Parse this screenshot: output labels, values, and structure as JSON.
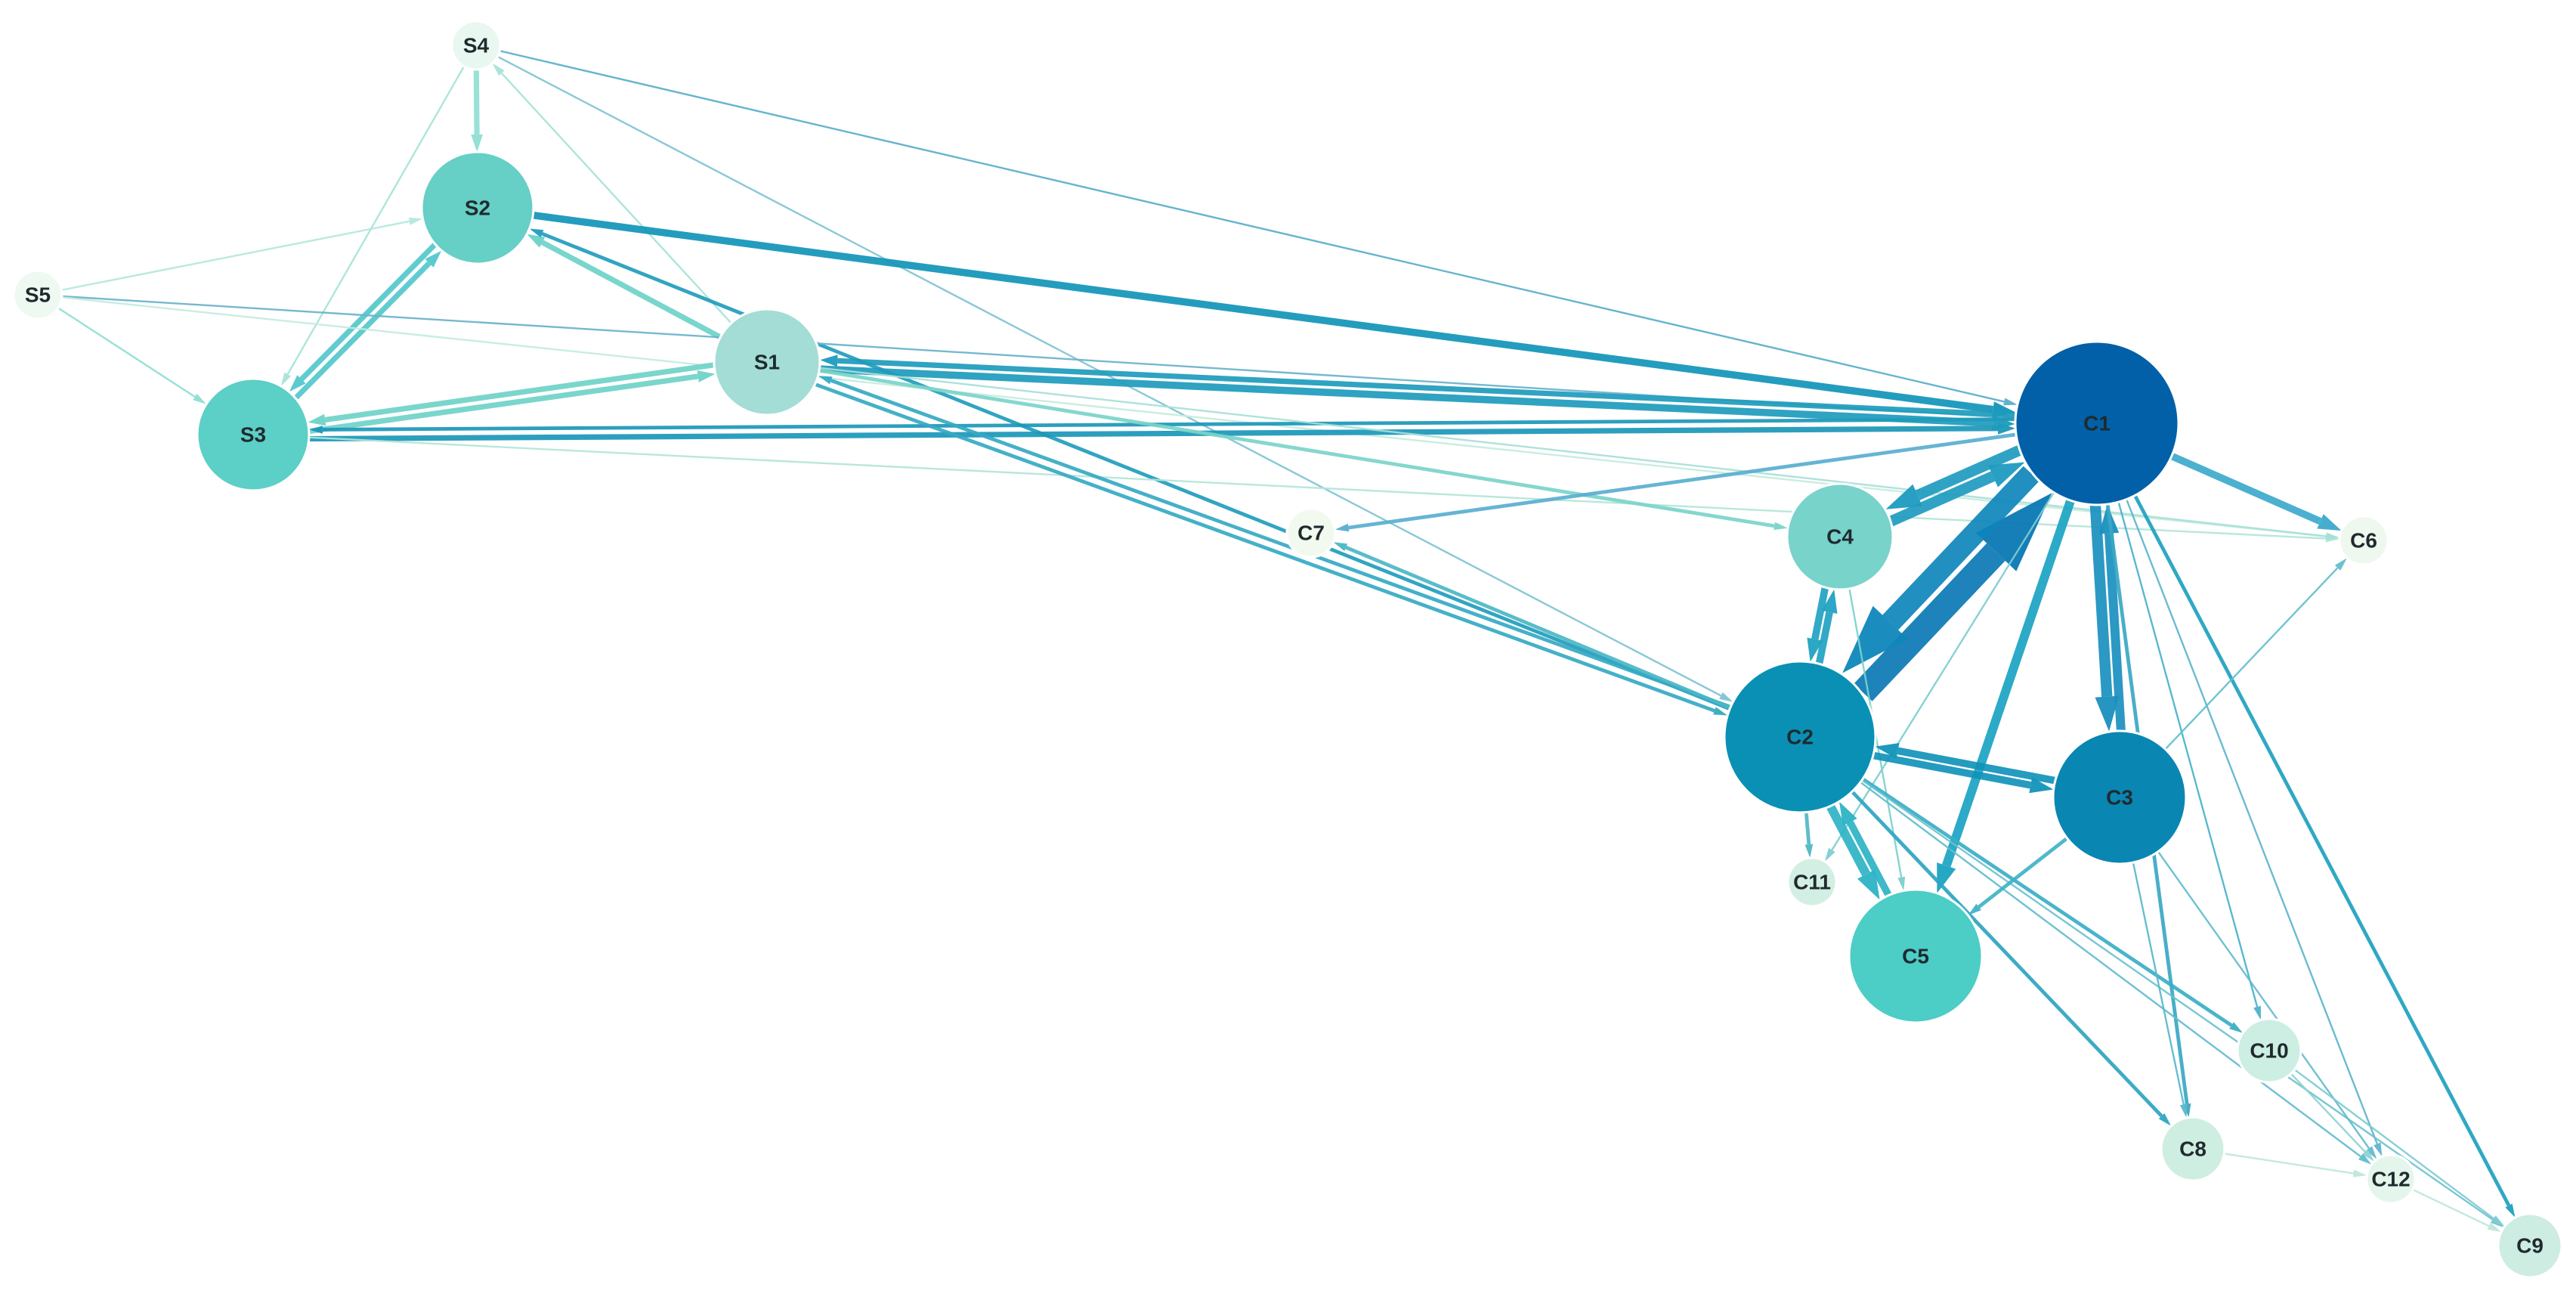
{
  "nodes": [
    {
      "id": "S1",
      "label": "S1",
      "size": 3,
      "color": "#a3ddd6"
    },
    {
      "id": "S2",
      "label": "S2",
      "size": 4,
      "color": "#66cfc6"
    },
    {
      "id": "S3",
      "label": "S3",
      "size": 4,
      "color": "#5ccfc6"
    },
    {
      "id": "S4",
      "label": "S4",
      "size": 1,
      "color": "#e8f7ef"
    },
    {
      "id": "S5",
      "label": "S5",
      "size": 1,
      "color": "#eef9f1"
    },
    {
      "id": "C1",
      "label": "C1",
      "size": 7,
      "color": "#0260a8"
    },
    {
      "id": "C2",
      "label": "C2",
      "size": 6,
      "color": "#0a90b4"
    },
    {
      "id": "C3",
      "label": "C3",
      "size": 5,
      "color": "#0a86b2"
    },
    {
      "id": "C4",
      "label": "C4",
      "size": 3,
      "color": "#78d3ca"
    },
    {
      "id": "C5",
      "label": "C5",
      "size": 5,
      "color": "#4ccdc6"
    },
    {
      "id": "C6",
      "label": "C6",
      "size": 1,
      "color": "#eef8ee"
    },
    {
      "id": "C7",
      "label": "C7",
      "size": 1,
      "color": "#f2faf0"
    },
    {
      "id": "C8",
      "label": "C8",
      "size": 2,
      "color": "#cfeee2"
    },
    {
      "id": "C9",
      "label": "C9",
      "size": 2,
      "color": "#cdece2"
    },
    {
      "id": "C10",
      "label": "C10",
      "size": 2,
      "color": "#cdeee3"
    },
    {
      "id": "C11",
      "label": "C11",
      "size": 1,
      "color": "#d3efe3"
    },
    {
      "id": "C12",
      "label": "C12",
      "size": 1,
      "color": "#e4f6ec"
    }
  ],
  "edges": [
    {
      "from": "S4",
      "to": "S2",
      "weight": 3,
      "color": "#8fded3"
    },
    {
      "from": "S4",
      "to": "S3",
      "weight": 1,
      "color": "#a6e3d8"
    },
    {
      "from": "S4",
      "to": "C1",
      "weight": 1,
      "color": "#5aaec9"
    },
    {
      "from": "S4",
      "to": "C2",
      "weight": 1,
      "color": "#7fc3d4"
    },
    {
      "from": "S1",
      "to": "S4",
      "weight": 1,
      "color": "#a6e3d8"
    },
    {
      "from": "S2",
      "to": "C1",
      "weight": 4,
      "color": "#1194b9"
    },
    {
      "from": "S2",
      "to": "S3",
      "weight": 3,
      "color": "#53c8cc"
    },
    {
      "from": "S3",
      "to": "S2",
      "weight": 3,
      "color": "#53c8cc"
    },
    {
      "from": "S1",
      "to": "S2",
      "weight": 3,
      "color": "#6dd2c9"
    },
    {
      "from": "C2",
      "to": "S2",
      "weight": 2,
      "color": "#219cbd"
    },
    {
      "from": "S5",
      "to": "S2",
      "weight": 1,
      "color": "#b5e7dc"
    },
    {
      "from": "S5",
      "to": "S3",
      "weight": 1,
      "color": "#8fded3"
    },
    {
      "from": "S5",
      "to": "C1",
      "weight": 1,
      "color": "#6ab2cb"
    },
    {
      "from": "S5",
      "to": "C6",
      "weight": 1,
      "color": "#c4ecde"
    },
    {
      "from": "S3",
      "to": "S1",
      "weight": 3,
      "color": "#6fd3c8"
    },
    {
      "from": "S1",
      "to": "S3",
      "weight": 3,
      "color": "#6fd3c8"
    },
    {
      "from": "S3",
      "to": "C1",
      "weight": 3,
      "color": "#1b97b8"
    },
    {
      "from": "C1",
      "to": "S3",
      "weight": 2,
      "color": "#1b97b8"
    },
    {
      "from": "S3",
      "to": "C6",
      "weight": 1,
      "color": "#b3e5d8"
    },
    {
      "from": "S1",
      "to": "C1",
      "weight": 4,
      "color": "#1d9bbc"
    },
    {
      "from": "C1",
      "to": "S1",
      "weight": 3,
      "color": "#1d9bbc"
    },
    {
      "from": "S1",
      "to": "C4",
      "weight": 2,
      "color": "#79d4ca"
    },
    {
      "from": "S1",
      "to": "C6",
      "weight": 1,
      "color": "#a7dfd7"
    },
    {
      "from": "S1",
      "to": "C2",
      "weight": 2,
      "color": "#35a9c3"
    },
    {
      "from": "C2",
      "to": "S1",
      "weight": 2,
      "color": "#35a9c3"
    },
    {
      "from": "C2",
      "to": "C7",
      "weight": 2,
      "color": "#4bb6c6"
    },
    {
      "from": "C1",
      "to": "C7",
      "weight": 2,
      "color": "#59aed0"
    },
    {
      "from": "C1",
      "to": "C4",
      "weight": 6,
      "color": "#1e9bc0"
    },
    {
      "from": "C4",
      "to": "C1",
      "weight": 6,
      "color": "#1e9bc0"
    },
    {
      "from": "C2",
      "to": "C1",
      "weight": 14,
      "color": "#0a78b4"
    },
    {
      "from": "C1",
      "to": "C2",
      "weight": 12,
      "color": "#0e86ba"
    },
    {
      "from": "C1",
      "to": "C3",
      "weight": 6,
      "color": "#1a8fbf"
    },
    {
      "from": "C3",
      "to": "C1",
      "weight": 5,
      "color": "#1a8fbf"
    },
    {
      "from": "C1",
      "to": "C5",
      "weight": 5,
      "color": "#1aa3c2"
    },
    {
      "from": "C1",
      "to": "C6",
      "weight": 4,
      "color": "#3da9cc"
    },
    {
      "from": "C1",
      "to": "C8",
      "weight": 2,
      "color": "#3aa7c4"
    },
    {
      "from": "C1",
      "to": "C9",
      "weight": 2,
      "color": "#1ea1bf"
    },
    {
      "from": "C1",
      "to": "C10",
      "weight": 1,
      "color": "#4bb2cb"
    },
    {
      "from": "C1",
      "to": "C11",
      "weight": 1,
      "color": "#7ecdd0"
    },
    {
      "from": "C1",
      "to": "C12",
      "weight": 1,
      "color": "#5db5cd"
    },
    {
      "from": "C4",
      "to": "C2",
      "weight": 4,
      "color": "#21a2c1"
    },
    {
      "from": "C2",
      "to": "C4",
      "weight": 4,
      "color": "#21a2c1"
    },
    {
      "from": "C4",
      "to": "C5",
      "weight": 1,
      "color": "#7bd1cc"
    },
    {
      "from": "C2",
      "to": "C3",
      "weight": 4,
      "color": "#1293ba"
    },
    {
      "from": "C3",
      "to": "C2",
      "weight": 4,
      "color": "#1293ba"
    },
    {
      "from": "C2",
      "to": "C5",
      "weight": 5,
      "color": "#2cb3c4"
    },
    {
      "from": "C5",
      "to": "C2",
      "weight": 4,
      "color": "#2cb3c4"
    },
    {
      "from": "C2",
      "to": "C11",
      "weight": 2,
      "color": "#4fb7c7"
    },
    {
      "from": "C2",
      "to": "C8",
      "weight": 2,
      "color": "#2ea4c1"
    },
    {
      "from": "C2",
      "to": "C10",
      "weight": 2,
      "color": "#3aaec5"
    },
    {
      "from": "C2",
      "to": "C12",
      "weight": 1,
      "color": "#62bccd"
    },
    {
      "from": "C2",
      "to": "C9",
      "weight": 1,
      "color": "#6cc2cd"
    },
    {
      "from": "C3",
      "to": "C5",
      "weight": 2,
      "color": "#3fb3c6"
    },
    {
      "from": "C3",
      "to": "C6",
      "weight": 1,
      "color": "#63bfcc"
    },
    {
      "from": "C3",
      "to": "C8",
      "weight": 1,
      "color": "#5ab8ca"
    },
    {
      "from": "C3",
      "to": "C12",
      "weight": 1,
      "color": "#62bccd"
    },
    {
      "from": "C10",
      "to": "C9",
      "weight": 1,
      "color": "#7fcbd0"
    },
    {
      "from": "C10",
      "to": "C12",
      "weight": 1,
      "color": "#8fd3d3"
    },
    {
      "from": "C8",
      "to": "C12",
      "weight": 1,
      "color": "#bfe7dc"
    },
    {
      "from": "C12",
      "to": "C9",
      "weight": 1,
      "color": "#bfe7dc"
    }
  ]
}
